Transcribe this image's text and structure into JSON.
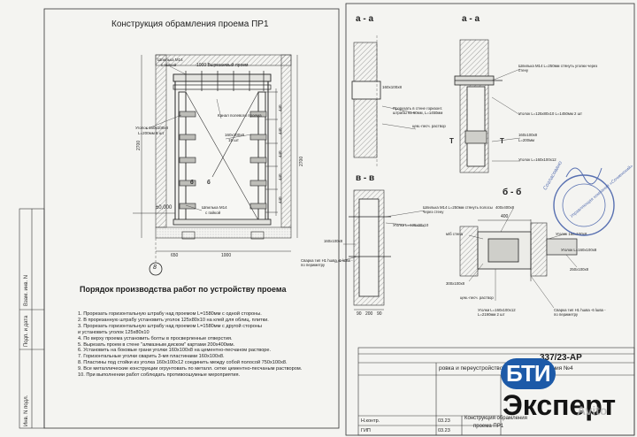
{
  "titles": {
    "main": "Конструкция обрамления проема ПР1",
    "procedure": "Порядок производства работ по устройству проема",
    "section_aa_left": "а - а",
    "section_aa_right": "а - а",
    "section_vv": "в - в",
    "section_bb": "б - б"
  },
  "elevation": {
    "cut_label": "1000 Вырезаемый проем",
    "stud_top": "Шпилька М14",
    "stud_top_2": "с гайкой",
    "channel_note": "Канал полевого проема",
    "angle_note": "Уголок 160х100х8",
    "angle_note_2": "L=200мм 6 шт",
    "strip_note": "160х100х8",
    "strip_note_2": "15 шт",
    "stud_bottom": "Шпилька М14",
    "stud_bottom_2": "с гайкой",
    "zero_mark": "±0,000",
    "dim_bottom_left": "650",
    "dim_bottom_mid": "1000",
    "dim_right_total": "2700",
    "dim_left_total": "2700",
    "dims_right": [
      "440",
      "440",
      "440",
      "440",
      "440"
    ],
    "axis_letter": "8",
    "mark_6": "б",
    "mark_6b": "б"
  },
  "section_aa_notes": {
    "n1": "160х100х8",
    "n2": "Прорезать в стене горизонт. штрабы на 60мм, L=1450мм",
    "n3": "цем.-песч. раствор",
    "n4": "Шпилька М14 L=250мм стянуть уголки через стену",
    "n5": "Уголок L=125х80х10 L=1450мм 2 шт",
    "n6": "160х100х8",
    "n7": "L=200мм",
    "n8": "Уголок L=160х100х12"
  },
  "section_vv_notes": {
    "n1": "Шпилька М14 L=250мм стянуть полосы через стену",
    "n2": "Уголки L=125х80х10",
    "n3": "160х100х8",
    "n4": "Сварка тип Н1 hшва -6 lшва - по периметру",
    "dim1": "90",
    "dim2": "200",
    "dim3": "90"
  },
  "section_bb_notes": {
    "n1": "400х400х8",
    "n2": "м/б стена",
    "n3": "Уголок 160х100х8",
    "n4": "300х100х8",
    "n5": "цем.-песч. раствор",
    "n6": "Уголки L=160х100х12 L=2190мм 2 шт",
    "n7": "Сварка тип Н1 hшва -6 lшва - по периметру",
    "n8": "Уголок L=160х100х8",
    "n9": "250х100х8",
    "dim": "400"
  },
  "steps": [
    "1.  Прорезать горизонтальную штрабу над проемом L=1580мм с одной стороны.",
    "2.  В прорезанную штрабу установить уголок 125х80х10 на клей для облиц. плитки.",
    "3.  Прорезать горизонтальную штрабу над проемом L=1580мм с другой стороны",
    "     и установить уголок 125х80х10",
    "4.  По верху проема установить болты в просверленные отверстия.",
    "5.  Вырезать проем в стене \"алмазным диском\" картами 200х400мм.",
    "6.  Установить на боковые грани уголки 160х100х8 на цементно-песчаном растворе.",
    "7.  Горизонтальные уголки сварить 3-мя пластинами 160х100х8.",
    "8.  Пластины под стойки из уголка 160х100х12 соединить между собой полосой 750х100х8.",
    "9.  Все металлические конструкции огрунтовать по металл. сетке цементно-песчаным раствором.",
    "10. При выполнении работ соблюдать противоошумные мероприятия."
  ],
  "sidebar": {
    "l1": "Взам. инв. N",
    "l2": "Подп. и дата",
    "l3": "Инв. N подл."
  },
  "stamp": {
    "code": "337/23-АР",
    "object": "ровка и переустройство нежилого помещения №4",
    "n_kontr": "Н.контр.",
    "gip": "ГИП",
    "date1": "03.23",
    "date2": "03.23",
    "sheet_title": "Конструкция обрамления",
    "sheet_title_2": "проема ПР1"
  },
  "logo": {
    "part1": "БТИ",
    "part2": "Эксперт",
    "watermark": "Avito"
  },
  "seal": {
    "ring": "Управляющая компания «Сочиенский»",
    "inner": "Согласовано"
  },
  "colors": {
    "ink": "#2b2b2b",
    "hatch": "#6b6b6b",
    "logo_blue": "#1d5aa8",
    "seal_blue": "#3d5aa6",
    "paper": "#f4f4f1"
  }
}
